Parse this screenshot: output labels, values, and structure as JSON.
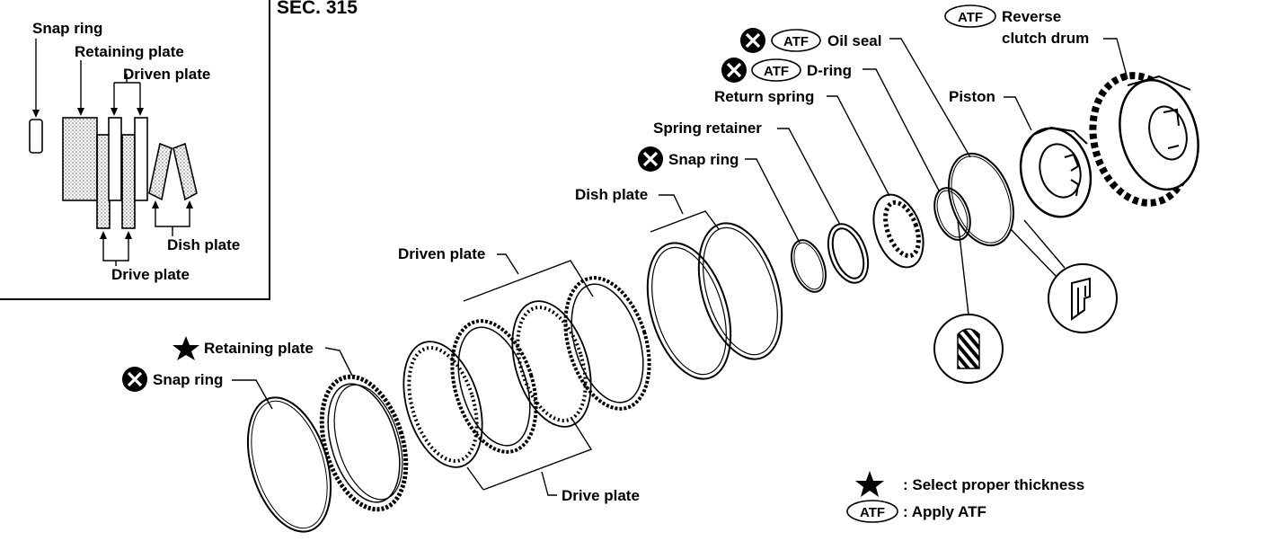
{
  "section": "SEC. 315",
  "inset": {
    "snap_ring": "Snap ring",
    "retaining_plate": "Retaining plate",
    "driven_plate": "Driven plate",
    "dish_plate": "Dish plate",
    "drive_plate": "Drive plate"
  },
  "labels": {
    "snap_ring_front": "Snap ring",
    "retaining_plate": "Retaining plate",
    "driven_plate": "Driven plate",
    "drive_plate": "Drive plate",
    "dish_plate": "Dish plate",
    "snap_ring_inner": "Snap ring",
    "spring_retainer": "Spring retainer",
    "return_spring": "Return spring",
    "d_ring": "D-ring",
    "oil_seal": "Oil seal",
    "piston": "Piston",
    "reverse_line1": "Reverse",
    "reverse_line2": "clutch drum"
  },
  "atf_badge": "ATF",
  "legend": {
    "select_thickness": ": Select proper thickness",
    "apply_atf": ": Apply ATF"
  },
  "icons": {
    "star": "star-icon",
    "replace": "x-circle-icon",
    "atf": "atf-oval-icon"
  }
}
